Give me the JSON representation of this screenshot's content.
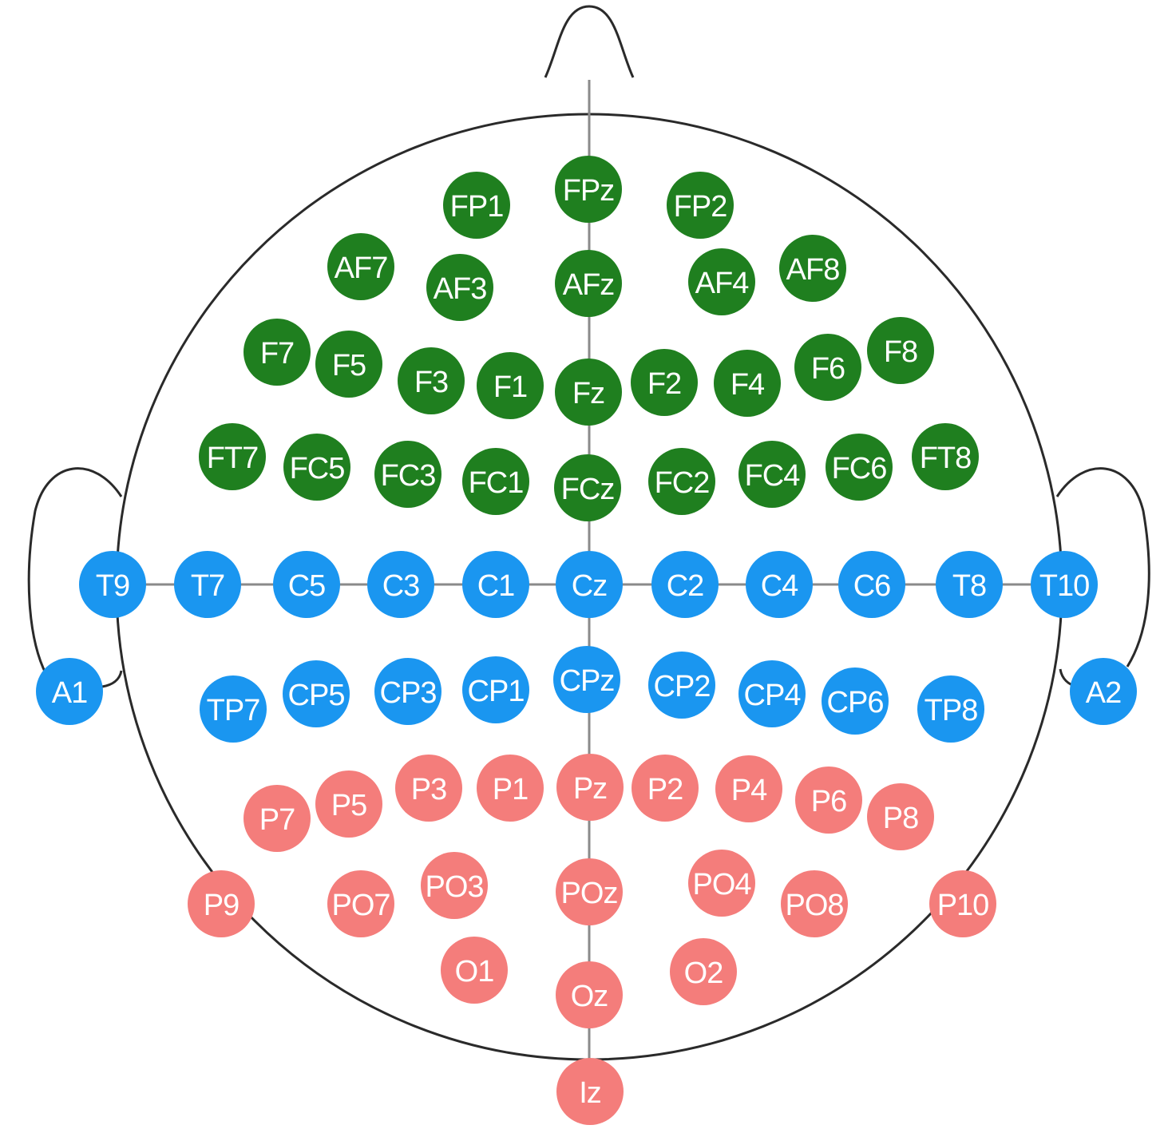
{
  "colors": {
    "frontal": "#1f7f1f",
    "central": "#1a96f0",
    "posterior": "#f47d7b",
    "outline": "#2a2a2a",
    "guide": "#8a8a8a"
  },
  "electrodes": {
    "frontal": [
      "FPz",
      "FP1",
      "FP2",
      "AF7",
      "AF3",
      "AFz",
      "AF4",
      "AF8",
      "F7",
      "F5",
      "F3",
      "F1",
      "Fz",
      "F2",
      "F4",
      "F6",
      "F8",
      "FT7",
      "FC5",
      "FC3",
      "FC1",
      "FCz",
      "FC2",
      "FC4",
      "FC6",
      "FT8"
    ],
    "central": [
      "T9",
      "T7",
      "C5",
      "C3",
      "C1",
      "Cz",
      "C2",
      "C4",
      "C6",
      "T8",
      "T10",
      "A1",
      "A2",
      "TP7",
      "CP5",
      "CP3",
      "CP1",
      "CPz",
      "CP2",
      "CP4",
      "CP6",
      "TP8"
    ],
    "posterior": [
      "P3",
      "P1",
      "Pz",
      "P2",
      "P4",
      "P7",
      "P5",
      "P6",
      "P8",
      "P9",
      "PO7",
      "PO3",
      "POz",
      "PO4",
      "PO8",
      "P10",
      "O1",
      "Oz",
      "O2",
      "Iz"
    ]
  }
}
